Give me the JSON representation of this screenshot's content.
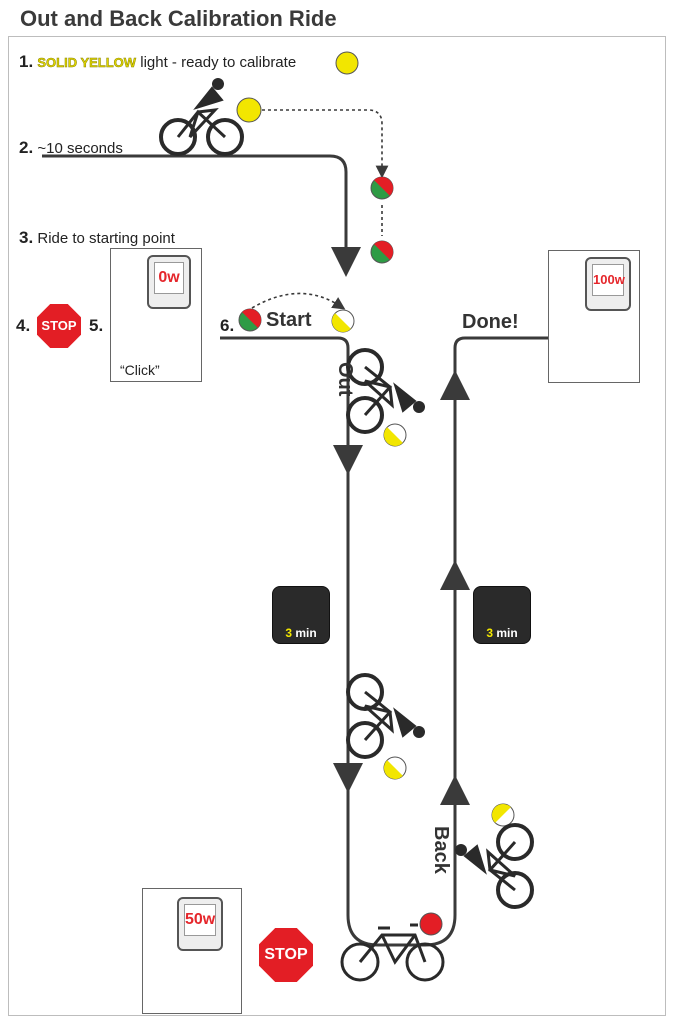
{
  "title": "Out and Back Calibration Ride",
  "steps": {
    "s1_num": "1.",
    "s1_highlight": "SOLID YELLOW",
    "s1_text": "light - ready to calibrate",
    "s2_num": "2.",
    "s2_text": "~10 seconds",
    "s3_num": "3.",
    "s3_text": "Ride to starting point",
    "s4_num": "4.",
    "s5_num": "5.",
    "s6_num": "6."
  },
  "labels": {
    "start": "Start",
    "done": "Done!",
    "out": "Out",
    "back": "Back",
    "click": "“Click”",
    "stop": "STOP"
  },
  "devices": {
    "d1_value": "0w",
    "d2_value": "100w",
    "d3_value": "50w"
  },
  "timers": {
    "t1_value": "3",
    "t1_unit": "min",
    "t2_value": "3",
    "t2_unit": "min"
  },
  "colors": {
    "yellow": "#f2e600",
    "red": "#e31e25",
    "green": "#2e9b45",
    "line": "#3a3a3a"
  }
}
